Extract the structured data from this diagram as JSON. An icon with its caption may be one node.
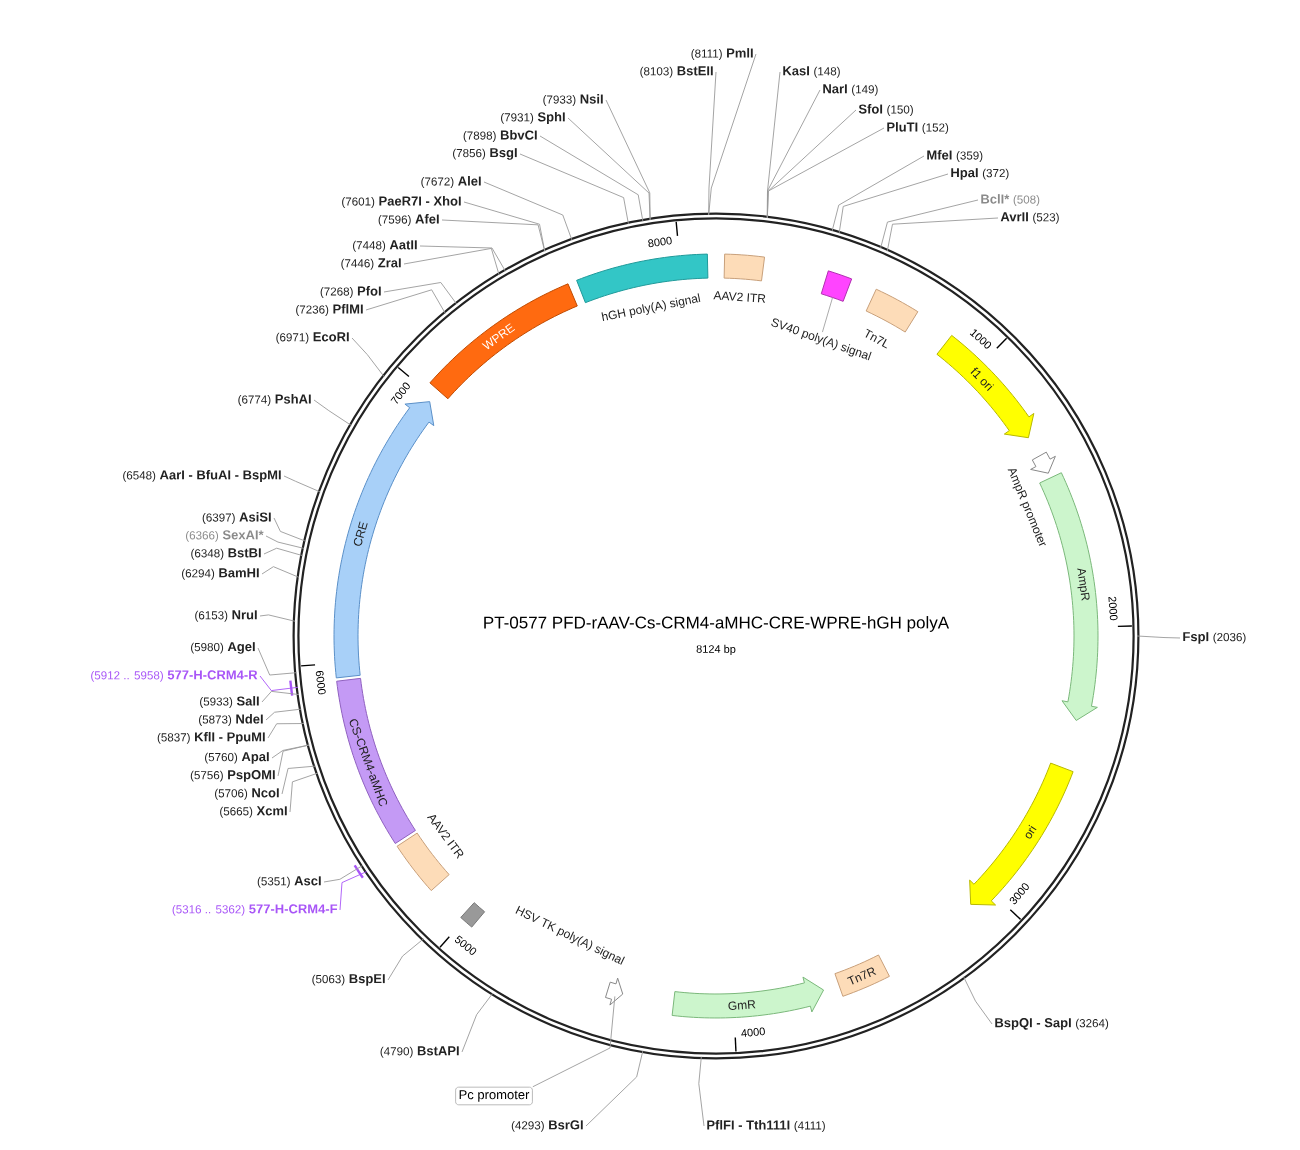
{
  "diagram": {
    "title": "PT-0577 PFD-rAAV-Cs-CRM4-aMHC-CRE-WPRE-hGH polyA",
    "nodes": [
      {
        "text": [],
        "shape": "circle"
      },
      {
        "text": [
          "hGH poly(A) signal"
        ],
        "in": 0
      },
      {
        "text": [
          "AAV2 ITR"
        ],
        "in": 0
      },
      {
        "text": [
          "SV40 poly(A) signal"
        ],
        "in": 0
      },
      {
        "text": [
          "Tn7L"
        ],
        "in": 0
      },
      {
        "text": [
          "f1 ori"
        ],
        "in": 0
      },
      {
        "text": [
          "AmpR promoter"
        ],
        "in": 0
      },
      {
        "text": [
          "AmpR"
        ],
        "in": 0
      },
      {
        "text": [
          "ori"
        ],
        "in": 0
      },
      {
        "text": [
          "Tn7R"
        ],
        "in": 0
      },
      {
        "text": [
          "GmR"
        ],
        "in": 0
      },
      {
        "text": [],
        "shape": "arrow",
        "in": 0
      },
      {
        "text": [
          "Pc promoter"
        ]
      },
      {
        "text": [
          "HSV TK poly(A) signal"
        ],
        "in": 0
      },
      {
        "text": [
          "AAV2 ITR"
        ],
        "in": 0
      },
      {
        "text": [
          "CS-CRM4-aMHC"
        ],
        "in": 0
      },
      {
        "text": [
          "CRE"
        ],
        "in": 0
      },
      {
        "text": [
          "WPRE"
        ],
        "in": 0
      },
      {
        "text": [
          "(8111)",
          "PmlI"
        ]
      },
      {
        "text": [
          "(8103)",
          "BstEII"
        ]
      },
      {
        "text": [
          "(7933)",
          "NsiI"
        ]
      },
      {
        "text": [
          "(7931)",
          "SphI"
        ]
      },
      {
        "text": [
          "(7898)",
          "BbvCI"
        ]
      },
      {
        "text": [
          "(7856)",
          "BsgI"
        ]
      },
      {
        "text": [
          "(7672)",
          "AleI"
        ]
      },
      {
        "text": [
          "(7601)",
          "PaeR7I - XhoI"
        ]
      },
      {
        "text": [
          "(7596)",
          "AfeI"
        ]
      },
      {
        "text": [
          "(7448)",
          "AatII"
        ]
      },
      {
        "text": [
          "(7446)",
          "ZraI"
        ]
      },
      {
        "text": [
          "(7268)",
          "PfoI"
        ]
      },
      {
        "text": [
          "(7236)",
          "PflMI"
        ]
      },
      {
        "text": [
          "(6971)",
          "EcoRI"
        ]
      },
      {
        "text": [
          "(6774)",
          "PshAI"
        ]
      },
      {
        "text": [
          "(6548)",
          "AarI - BfuAI - BspMI"
        ]
      },
      {
        "text": [
          "(6397)",
          "AsiSI"
        ]
      },
      {
        "text": [
          "(6366)",
          "SexAI*"
        ]
      },
      {
        "text": [
          "(6348)",
          "BstBI"
        ]
      },
      {
        "text": [
          "(6294)",
          "BamHI"
        ]
      },
      {
        "text": [
          "(6153)",
          "NruI"
        ]
      },
      {
        "text": [
          "(5980)",
          "AgeI"
        ]
      },
      {
        "text": [
          "(5912 .. 5958)",
          "577-H-CRM4-R"
        ]
      },
      {
        "text": [
          "(5933)",
          "SalI"
        ]
      },
      {
        "text": [
          "(5873)",
          "NdeI"
        ]
      },
      {
        "text": [
          "(5837)",
          "KflI - PpuMI"
        ]
      },
      {
        "text": [
          "(5760)",
          "ApaI"
        ]
      },
      {
        "text": [
          "(5756)",
          "PspOMI"
        ]
      },
      {
        "text": [
          "(5706)",
          "NcoI"
        ]
      },
      {
        "text": [
          "(5665)",
          "XcmI"
        ]
      },
      {
        "text": [
          "(5351)",
          "AscI"
        ]
      },
      {
        "text": [
          "(5316 .. 5362)",
          "577-H-CRM4-F"
        ]
      },
      {
        "text": [
          "(5063)",
          "BspEI"
        ]
      },
      {
        "text": [
          "(4790)",
          "BstAPI"
        ]
      },
      {
        "text": [
          "(4293)",
          "BsrGI"
        ]
      },
      {
        "text": [
          "KasI",
          "(148)"
        ]
      },
      {
        "text": [
          "NarI",
          "(149)"
        ]
      },
      {
        "text": [
          "SfoI",
          "(150)"
        ]
      },
      {
        "text": [
          "PluTI",
          "(152)"
        ]
      },
      {
        "text": [
          "MfeI",
          "(359)"
        ]
      },
      {
        "text": [
          "HpaI",
          "(372)"
        ]
      },
      {
        "text": [
          "BclI*",
          "(508)"
        ]
      },
      {
        "text": [
          "AvrII",
          "(523)"
        ]
      },
      {
        "text": [
          "FspI",
          "(2036)"
        ]
      },
      {
        "text": [
          "BspQI - SapI",
          "(3264)"
        ]
      },
      {
        "text": [
          "PflFI - Tth111I",
          "(4111)"
        ]
      }
    ],
    "edges": [
      {
        "from": 12,
        "to": 11,
        "arrow": "none"
      },
      {
        "from": 18,
        "to": 0,
        "arrow": "none"
      },
      {
        "from": 19,
        "to": 0,
        "arrow": "none"
      },
      {
        "from": 20,
        "to": 0,
        "arrow": "none"
      },
      {
        "from": 21,
        "to": 0,
        "arrow": "none"
      },
      {
        "from": 22,
        "to": 0,
        "arrow": "none"
      },
      {
        "from": 23,
        "to": 0,
        "arrow": "none"
      },
      {
        "from": 24,
        "to": 0,
        "arrow": "none"
      },
      {
        "from": 25,
        "to": 0,
        "arrow": "none"
      },
      {
        "from": 26,
        "to": 0,
        "arrow": "none"
      },
      {
        "from": 27,
        "to": 0,
        "arrow": "none"
      },
      {
        "from": 28,
        "to": 0,
        "arrow": "none"
      },
      {
        "from": 29,
        "to": 0,
        "arrow": "none"
      },
      {
        "from": 30,
        "to": 0,
        "arrow": "none"
      },
      {
        "from": 31,
        "to": 0,
        "arrow": "none"
      },
      {
        "from": 32,
        "to": 0,
        "arrow": "none"
      },
      {
        "from": 33,
        "to": 0,
        "arrow": "none"
      },
      {
        "from": 34,
        "to": 0,
        "arrow": "none"
      },
      {
        "from": 35,
        "to": 0,
        "arrow": "none"
      },
      {
        "from": 36,
        "to": 0,
        "arrow": "none"
      },
      {
        "from": 37,
        "to": 0,
        "arrow": "none"
      },
      {
        "from": 38,
        "to": 0,
        "arrow": "none"
      },
      {
        "from": 39,
        "to": 0,
        "arrow": "none"
      },
      {
        "from": 40,
        "to": 0,
        "arrow": "none",
        "color": "#a855f7"
      },
      {
        "from": 41,
        "to": 0,
        "arrow": "none"
      },
      {
        "from": 42,
        "to": 0,
        "arrow": "none"
      },
      {
        "from": 43,
        "to": 0,
        "arrow": "none"
      },
      {
        "from": 44,
        "to": 0,
        "arrow": "none"
      },
      {
        "from": 45,
        "to": 0,
        "arrow": "none"
      },
      {
        "from": 46,
        "to": 0,
        "arrow": "none"
      },
      {
        "from": 47,
        "to": 0,
        "arrow": "none"
      },
      {
        "from": 48,
        "to": 0,
        "arrow": "none"
      },
      {
        "from": 49,
        "to": 0,
        "arrow": "none",
        "color": "#a855f7"
      },
      {
        "from": 50,
        "to": 0,
        "arrow": "none"
      },
      {
        "from": 51,
        "to": 0,
        "arrow": "none"
      },
      {
        "from": 52,
        "to": 0,
        "arrow": "none"
      },
      {
        "from": 53,
        "to": 0,
        "arrow": "none"
      },
      {
        "from": 54,
        "to": 0,
        "arrow": "none"
      },
      {
        "from": 55,
        "to": 0,
        "arrow": "none"
      },
      {
        "from": 56,
        "to": 0,
        "arrow": "none"
      },
      {
        "from": 57,
        "to": 0,
        "arrow": "none"
      },
      {
        "from": 58,
        "to": 0,
        "arrow": "none"
      },
      {
        "from": 59,
        "to": 0,
        "arrow": "none"
      },
      {
        "from": 60,
        "to": 0,
        "arrow": "none"
      },
      {
        "from": 61,
        "to": 0,
        "arrow": "none"
      },
      {
        "from": 62,
        "to": 0,
        "arrow": "none"
      },
      {
        "from": 63,
        "to": 0,
        "arrow": "none"
      }
    ],
    "labels": [
      "8124 bp",
      "1000",
      "2000",
      "3000",
      "4000",
      "5000",
      "6000",
      "7000",
      "8000"
    ]
  }
}
